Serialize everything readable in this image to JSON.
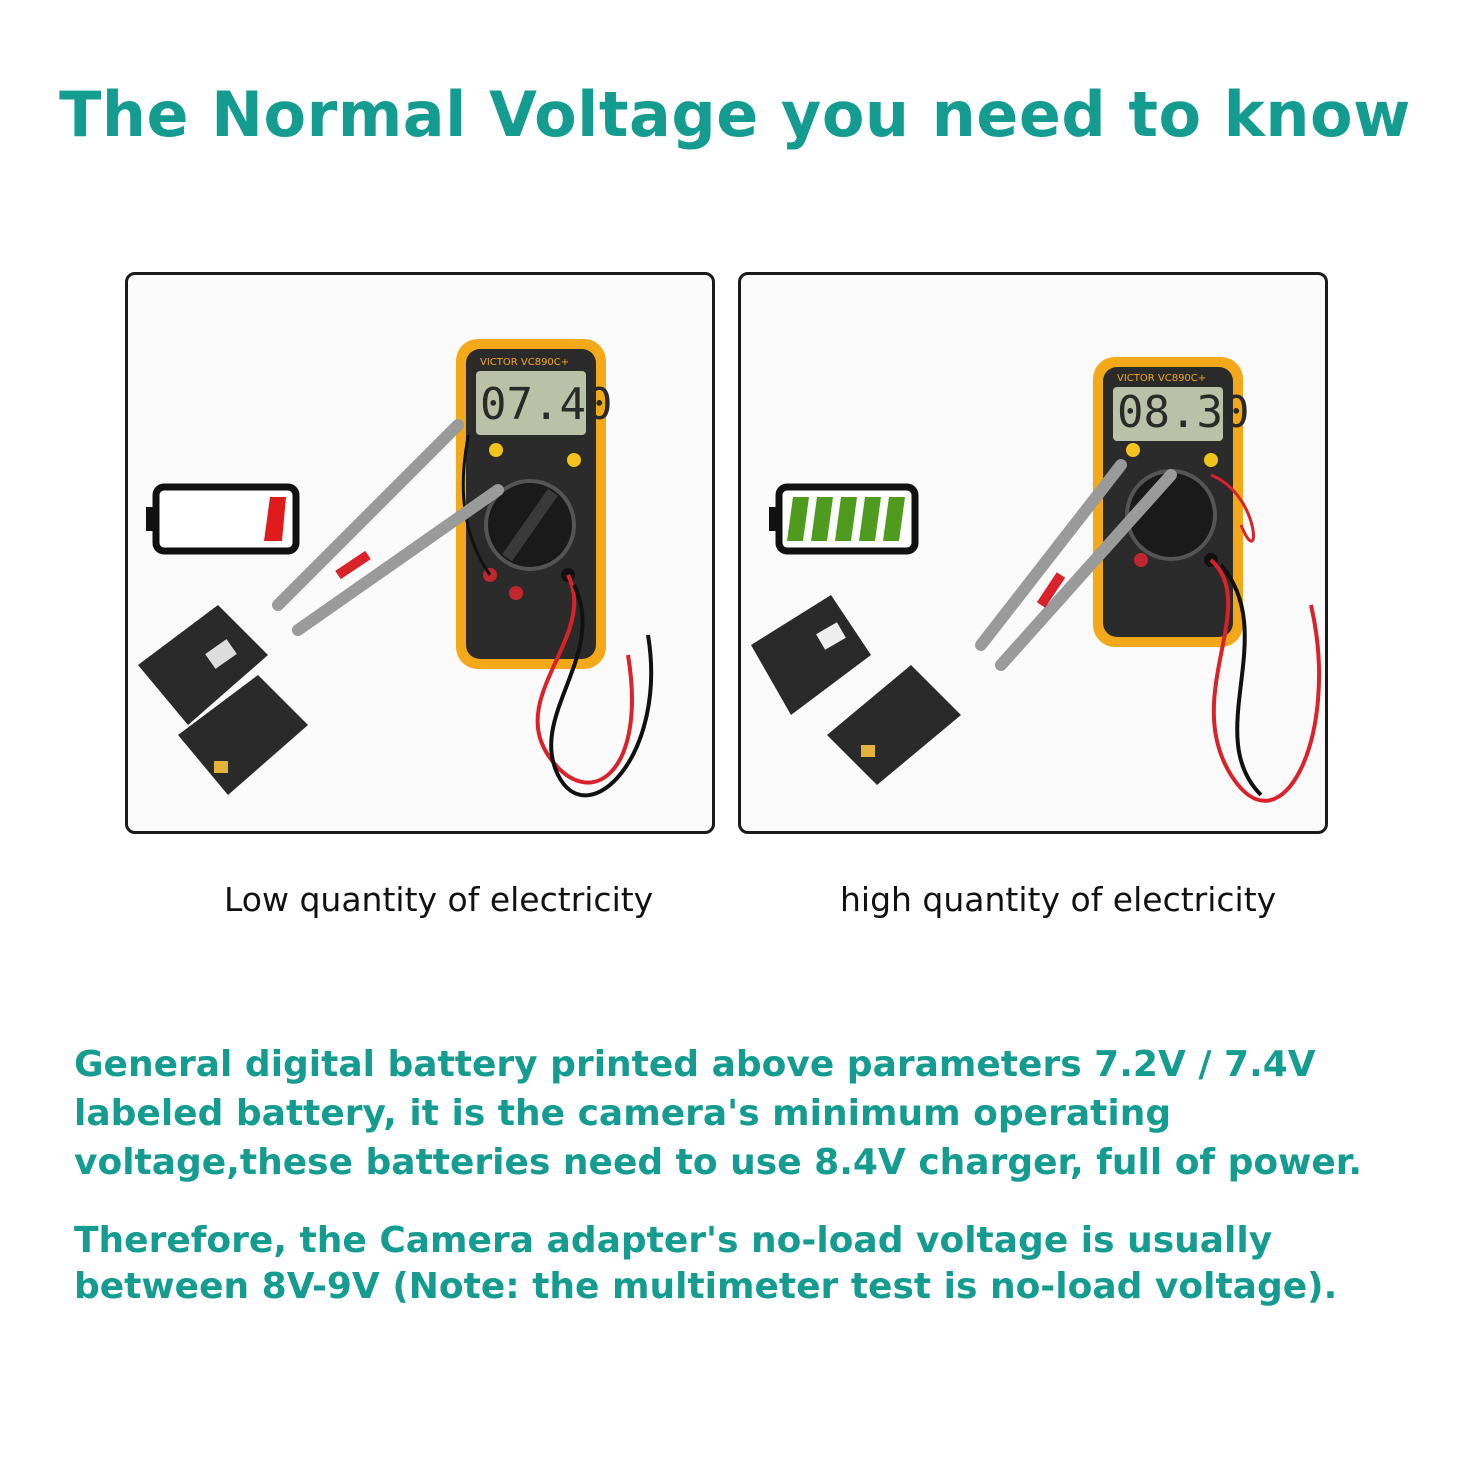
{
  "title": "The Normal Voltage you need to know",
  "panels": [
    {
      "reading": "07.40",
      "meter_brand": "VICTOR VC890C+",
      "battery_level": 0.15,
      "battery_color": "#e01b1b",
      "caption": "Low quantity of electricity"
    },
    {
      "reading": "08.30",
      "meter_brand": "VICTOR VC890C+",
      "battery_level": 1.0,
      "battery_color": "#4e9b1e",
      "caption": "high quantity of electricity"
    }
  ],
  "paragraphs": [
    "General digital battery printed above parameters 7.2V / 7.4V labeled battery, it is the camera's minimum operating voltage,these batteries need to use 8.4V charger, full of power.",
    "Therefore, the Camera adapter's no-load voltage is usually between 8V-9V (Note: the multimeter test is no-load voltage)."
  ],
  "colors": {
    "accent": "#159c91",
    "meter_body": "#f2a818",
    "probe_red": "#d9222a"
  }
}
